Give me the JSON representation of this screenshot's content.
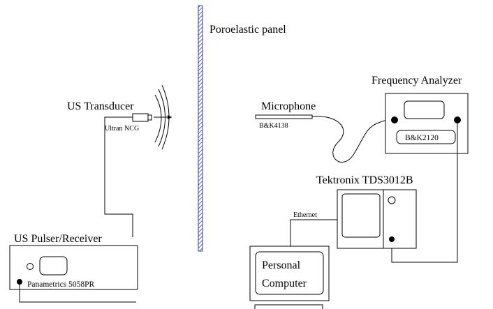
{
  "labels": {
    "panel": "Poroelastic panel",
    "transducer": "US Transducer",
    "transducer_model": "Ultran NCG",
    "pulser": "US Pulser/Receiver",
    "pulser_model": "Panametrics 5058PR",
    "microphone": "Microphone",
    "microphone_model": "B&K4138",
    "analyzer": "Frequency Analyzer",
    "analyzer_model": "B&K2120",
    "oscilloscope": "Tektronix TDS3012B",
    "ethernet": "Ethernet",
    "computer_line1": "Personal",
    "computer_line2": "Computer"
  },
  "colors": {
    "panel_hatch": "#3a3aa8",
    "line": "#000000"
  }
}
